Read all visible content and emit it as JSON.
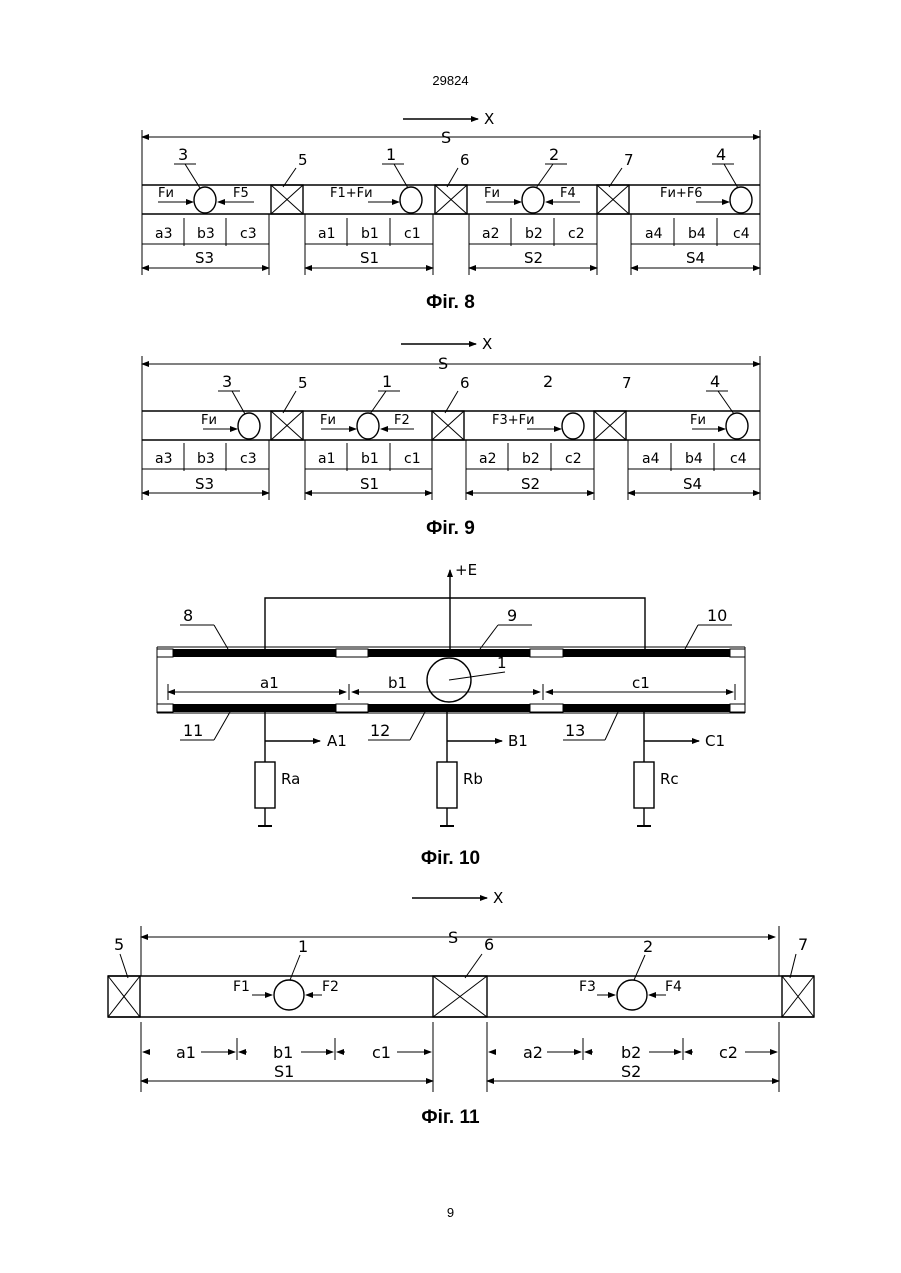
{
  "header": {
    "page_code": "29824"
  },
  "footer": {
    "page_number": "9"
  },
  "figures": {
    "fig8": {
      "caption": "Фіг. 8",
      "axis": "X",
      "total": "S",
      "block_labels": [
        "5",
        "6",
        "7"
      ],
      "ball_labels": [
        "3",
        "1",
        "2",
        "4"
      ],
      "forces": [
        "Fи",
        "F5",
        "F1+Fи",
        "Fи",
        "F4",
        "Fи+F6"
      ],
      "zones": [
        [
          "a3",
          "b3",
          "c3"
        ],
        [
          "a1",
          "b1",
          "c1"
        ],
        [
          "a2",
          "b2",
          "c2"
        ],
        [
          "a4",
          "b4",
          "c4"
        ]
      ],
      "spans": [
        "S3",
        "S1",
        "S2",
        "S4"
      ]
    },
    "fig9": {
      "caption": "Фіг. 9",
      "axis": "X",
      "total": "S",
      "block_labels": [
        "5",
        "6",
        "7"
      ],
      "ball_labels": [
        "3",
        "1",
        "2",
        "4"
      ],
      "forces": [
        "Fи",
        "Fи",
        "F2",
        "F3+Fи",
        "Fи"
      ],
      "zones": [
        [
          "a3",
          "b3",
          "c3"
        ],
        [
          "a1",
          "b1",
          "c1"
        ],
        [
          "a2",
          "b2",
          "c2"
        ],
        [
          "a4",
          "b4",
          "c4"
        ]
      ],
      "spans": [
        "S3",
        "S1",
        "S2",
        "S4"
      ]
    },
    "fig10": {
      "caption": "Фіг. 10",
      "supply": "+E",
      "electrode_labels": [
        "8",
        "9",
        "10",
        "11",
        "12",
        "13"
      ],
      "ball_label": "1",
      "zones": [
        "a1",
        "b1",
        "c1"
      ],
      "outputs": [
        "A1",
        "B1",
        "C1"
      ],
      "resistors": [
        "Ra",
        "Rb",
        "Rc"
      ]
    },
    "fig11": {
      "caption": "Фіг. 11",
      "axis": "X",
      "total": "S",
      "block_labels": [
        "5",
        "6",
        "7"
      ],
      "ball_labels": [
        "1",
        "2"
      ],
      "forces": [
        "F1",
        "F2",
        "F3",
        "F4"
      ],
      "zones": [
        [
          "a1",
          "b1",
          "c1"
        ],
        [
          "a2",
          "b2",
          "c2"
        ]
      ],
      "spans": [
        "S1",
        "S2"
      ]
    }
  }
}
